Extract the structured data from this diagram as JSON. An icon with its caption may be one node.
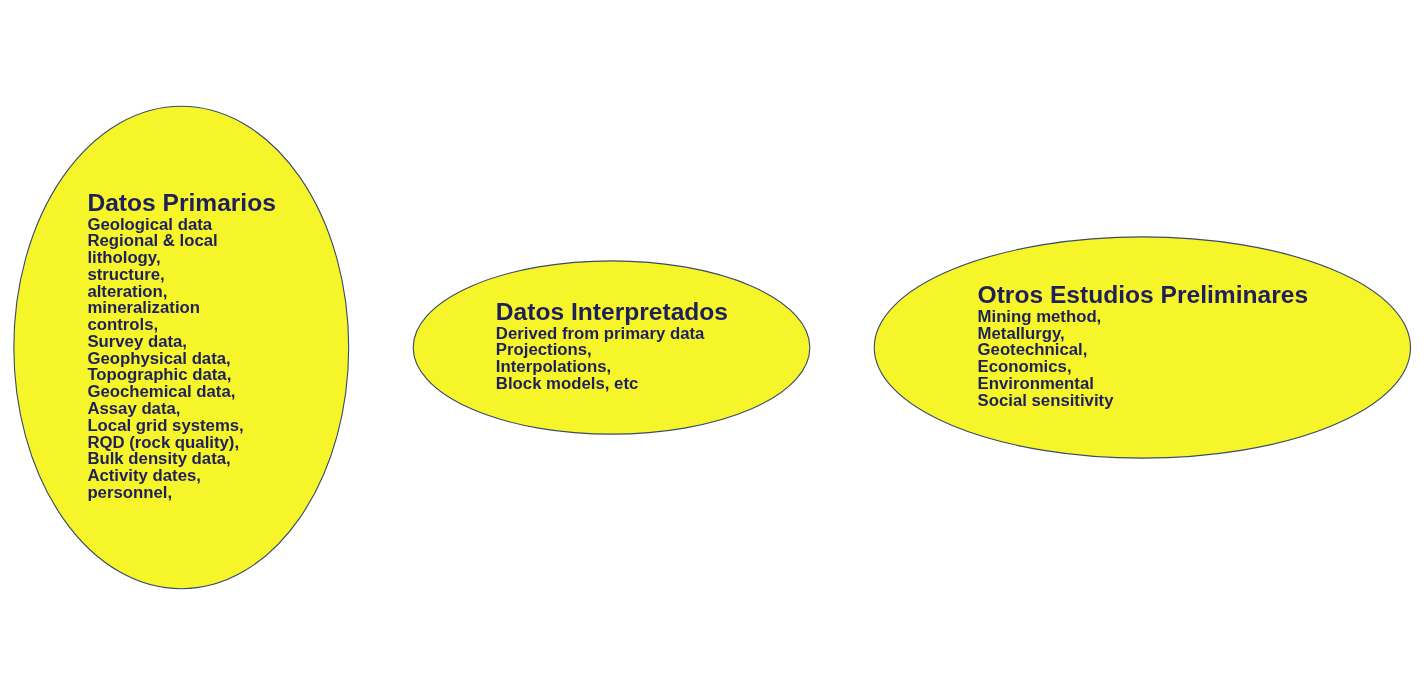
{
  "diagram": {
    "nodes": [
      {
        "text": [
          "Datos Primarios",
          "Geological data",
          "Regional & local",
          "lithology,",
          "structure,",
          "alteration,",
          "mineralization",
          "controls,",
          "Survey data,",
          "Geophysical data,",
          "Topographic data,",
          "Geochemical data,",
          "Assay data,",
          "Local grid systems,",
          "RQD (rock quality),",
          "Bulk density data,",
          "Activity dates,",
          "personnel,"
        ]
      },
      {
        "text": [
          "Datos Interpretados",
          "Derived from primary data",
          "Projections,",
          "Interpolations,",
          "Block models, etc"
        ]
      },
      {
        "text": [
          "Otros Estudios Preliminares",
          "Mining method,",
          "Metallurgy,",
          "Geotechnical,",
          "Economics,",
          "Environmental",
          "Social sensitivity"
        ]
      }
    ],
    "edges": []
  }
}
